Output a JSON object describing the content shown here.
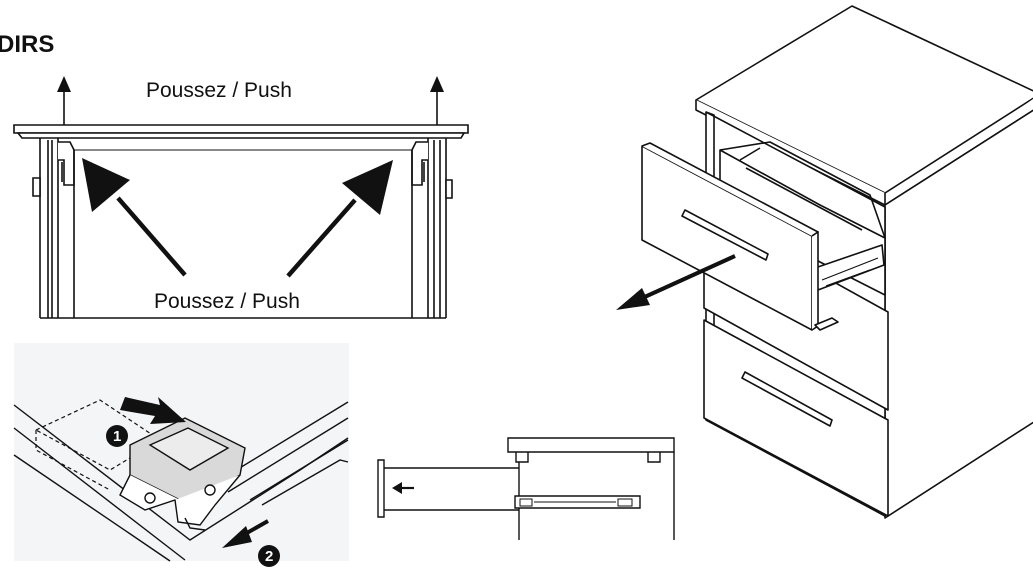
{
  "heading": "DIRS",
  "top_panel": {
    "label_upper": "Poussez / Push",
    "label_lower": "Poussez / Push"
  },
  "detail_panel": {
    "step_1": "1",
    "step_2": "2"
  },
  "colors": {
    "ink": "#111111",
    "panel_fill": "#f4f5f6",
    "clip_fill": "#d9d9d9"
  }
}
